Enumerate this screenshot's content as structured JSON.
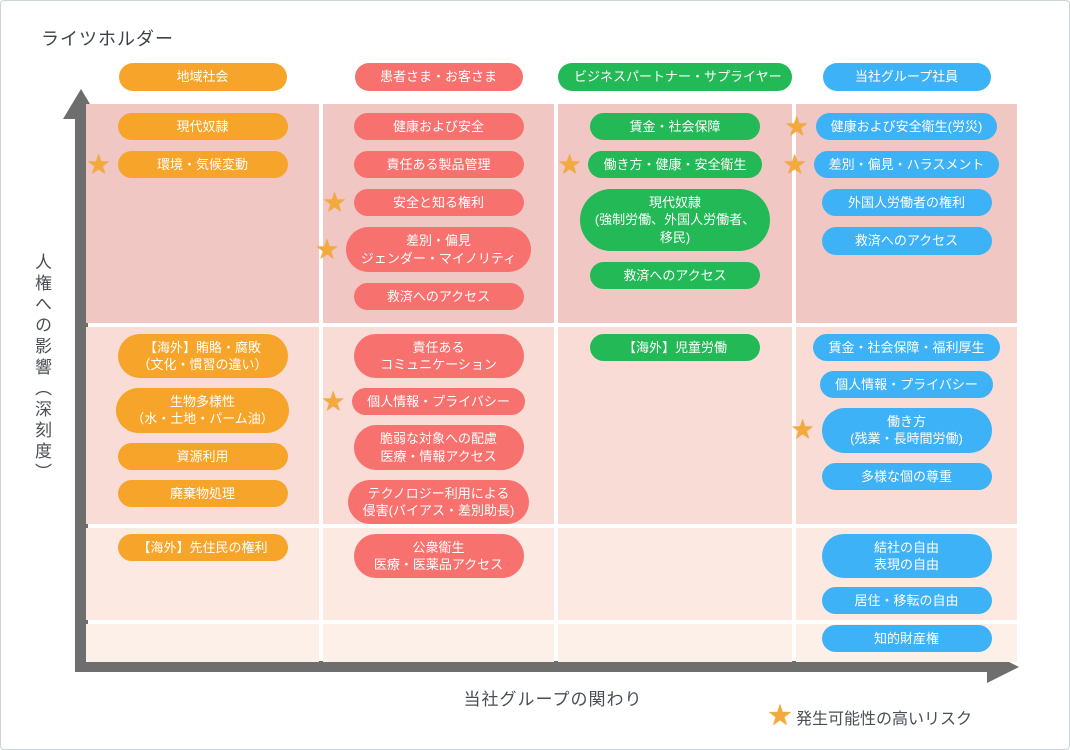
{
  "title": "ライツホルダー",
  "axes": {
    "y_label": "人権への影響（深刻度）",
    "x_label": "当社グループの関わり"
  },
  "legend": {
    "label": "発生可能性の高いリスク"
  },
  "icons": {
    "star": "★"
  },
  "colors": {
    "orange": "#F7A42B",
    "red": "#F7716E",
    "green": "#22B956",
    "blue": "#3EB2F7",
    "band_row1": "#F0C7C2",
    "band_row2": "#F9DCD5",
    "band_row3": "#FBE9E2",
    "band_row4": "#FCF0E9",
    "axis": "#6E6E6E",
    "star": "#F4A93C"
  },
  "columns": [
    {
      "header": "地域社会",
      "rows": [
        [
          {
            "label": "現代奴隷"
          },
          {
            "label": "環境・気候変動",
            "star": true
          }
        ],
        [
          {
            "label": "【海外】賄賂・腐敗\n（文化・慣習の違い）"
          },
          {
            "label": "生物多様性\n（水・土地・パーム油）"
          },
          {
            "label": "資源利用"
          },
          {
            "label": "廃棄物処理"
          }
        ],
        [
          {
            "label": "【海外】先住民の権利"
          }
        ],
        []
      ]
    },
    {
      "header": "患者さま・お客さま",
      "rows": [
        [
          {
            "label": "健康および安全"
          },
          {
            "label": "責任ある製品管理"
          },
          {
            "label": "安全と知る権利",
            "star": true
          },
          {
            "label": "差別・偏見\nジェンダー・マイノリティ",
            "star": true
          },
          {
            "label": "救済へのアクセス"
          }
        ],
        [
          {
            "label": "責任ある\nコミュニケーション"
          },
          {
            "label": "個人情報・プライバシー",
            "star": true
          },
          {
            "label": "脆弱な対象への配慮\n医療・情報アクセス"
          },
          {
            "label": "テクノロジー利用による\n侵害(バイアス・差別助長)"
          }
        ],
        [
          {
            "label": "公衆衛生\n医療・医薬品アクセス"
          }
        ],
        []
      ]
    },
    {
      "header": "ビジネスパートナー・サプライヤー",
      "rows": [
        [
          {
            "label": "賃金・社会保障"
          },
          {
            "label": "働き方・健康・安全衛生",
            "star": true
          },
          {
            "label": "現代奴隷\n(強制労働、外国人労働者、\n移民)"
          },
          {
            "label": "救済へのアクセス"
          }
        ],
        [
          {
            "label": "【海外】児童労働"
          }
        ],
        [],
        []
      ]
    },
    {
      "header": "当社グループ社員",
      "rows": [
        [
          {
            "label": "健康および安全衛生(労災)",
            "star": true
          },
          {
            "label": "差別・偏見・ハラスメント",
            "star": true
          },
          {
            "label": "外国人労働者の権利"
          },
          {
            "label": "救済へのアクセス"
          }
        ],
        [
          {
            "label": "賃金・社会保障・福利厚生"
          },
          {
            "label": "個人情報・プライバシー"
          },
          {
            "label": "働き方\n(残業・長時間労働)",
            "star": true
          },
          {
            "label": "多様な個の尊重"
          }
        ],
        [
          {
            "label": "結社の自由\n表現の自由"
          },
          {
            "label": "居住・移転の自由"
          }
        ],
        [
          {
            "label": "知的財産権"
          }
        ]
      ]
    }
  ]
}
